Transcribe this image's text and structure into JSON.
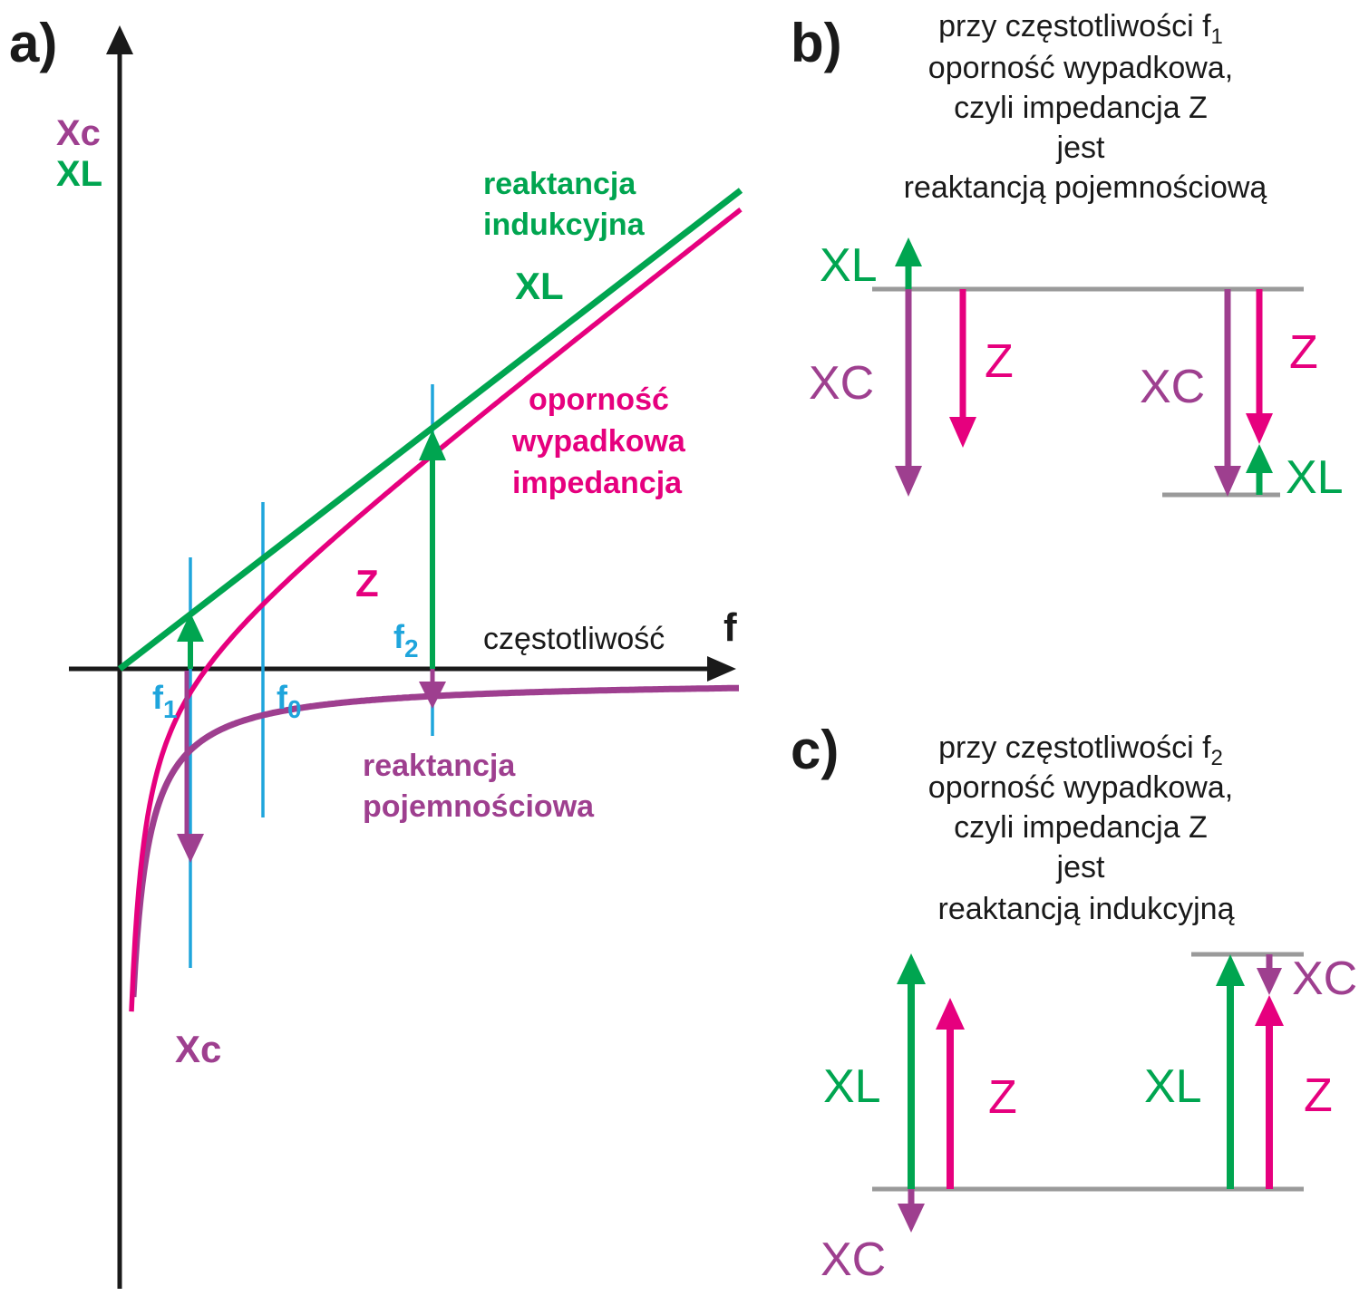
{
  "colors": {
    "green": "#00a550",
    "magenta": "#e6007e",
    "purple": "#9e3f8f",
    "blue": "#1fa5dc",
    "black": "#1a1a1a",
    "gray": "#9a9a9a"
  },
  "panel_a": {
    "label": "a)",
    "y_axis_label_c": "Xc",
    "y_axis_label_l": "XL",
    "x_axis_word": "częstotliwość",
    "x_axis_symbol": "f",
    "xl_caption_line1": "reaktancja",
    "xl_caption_line2": "indukcyjna",
    "xl_symbol": "XL",
    "z_caption_line1": "oporność",
    "z_caption_line2": "wypadkowa",
    "z_caption_line3": "impedancja",
    "z_symbol": "Z",
    "xc_caption_line1": "reaktancja",
    "xc_caption_line2": "pojemnościowa",
    "xc_symbol": "Xc",
    "f1": "f",
    "f1_sub": "1",
    "f0": "f",
    "f0_sub": "0",
    "f2": "f",
    "f2_sub": "2"
  },
  "panel_b": {
    "label": "b)",
    "text_line1": "przy częstotliwości f",
    "text_line1_sub": "1",
    "text_line2": "oporność wypadkowa,",
    "text_line3": "czyli impedancja Z",
    "text_line4": "jest",
    "text_line5": "reaktancją pojemnościową",
    "xl_label": "XL",
    "xc_label_left": "XC",
    "z_label_left": "Z",
    "xc_label_right": "XC",
    "z_label_right": "Z",
    "xl_label_right": "XL"
  },
  "panel_c": {
    "label": "c)",
    "text_line1": "przy częstotliwości f",
    "text_line1_sub": "2",
    "text_line2": "oporność wypadkowa,",
    "text_line3": "czyli impedancja Z",
    "text_line4": "jest",
    "text_line5": "reaktancją indukcyjną",
    "xl_label_left": "XL",
    "z_label_left": "Z",
    "xc_label_bottom": "XC",
    "xl_label_right": "XL",
    "z_label_right": "Z",
    "xc_label_right": "XC"
  }
}
